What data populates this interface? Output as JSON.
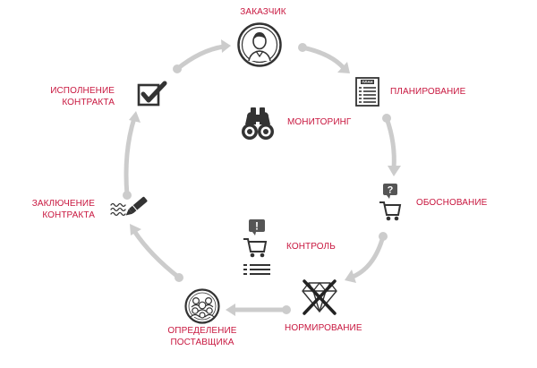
{
  "colors": {
    "label": "#c8173f",
    "icon": "#333333",
    "arrow": "#cccccc"
  },
  "nodes": {
    "customer": {
      "label": "ЗАКАЗЧИК",
      "icon": "person-avatar-icon"
    },
    "planning": {
      "label": "ПЛАНИРОВАНИЕ",
      "icon": "plan-document-icon",
      "doc_title": "ПЛАН"
    },
    "justification": {
      "label": "ОБОСНОВАНИЕ",
      "icon": "cart-question-icon"
    },
    "rationing": {
      "label": "НОРМИРОВАНИЕ",
      "icon": "crossed-diamond-icon"
    },
    "supplier": {
      "label_line1": "ОПРЕДЕЛЕНИЕ",
      "label_line2": "ПОСТАВЩИКА",
      "icon": "group-icon"
    },
    "contract_conclusion": {
      "label_line1": "ЗАКЛЮЧЕНИЕ",
      "label_line2": "КОНТРАКТА",
      "icon": "signature-pen-icon"
    },
    "contract_execution": {
      "label_line1": "ИСПОЛНЕНИЕ",
      "label_line2": "КОНТРАКТА",
      "icon": "checkbox-icon"
    }
  },
  "center": {
    "monitoring": {
      "label": "МОНИТОРИНГ",
      "icon": "binoculars-icon"
    },
    "control": {
      "label": "КОНТРОЛЬ",
      "icon": "cart-checklist-icon"
    }
  }
}
